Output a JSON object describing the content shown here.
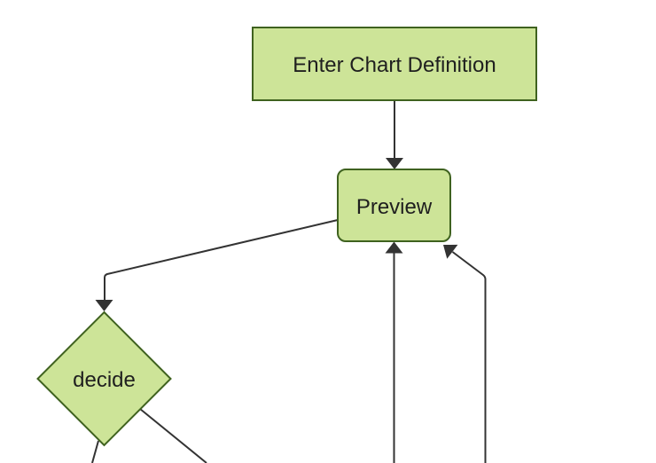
{
  "diagram": {
    "type": "flowchart",
    "direction": "top-down",
    "nodes": [
      {
        "id": "A",
        "label": "Enter Chart Definition",
        "shape": "rectangle"
      },
      {
        "id": "B",
        "label": "Preview",
        "shape": "rounded-rectangle"
      },
      {
        "id": "C",
        "label": "decide",
        "shape": "diamond"
      }
    ],
    "edges": [
      {
        "from": "Enter Chart Definition",
        "to": "Preview",
        "arrowhead": "down"
      },
      {
        "from": "Preview",
        "to": "decide",
        "arrowhead": "down"
      },
      {
        "from": "decide",
        "to": "offscreen-bottom-left",
        "arrowhead": "none-visible"
      },
      {
        "from": "decide",
        "to": "offscreen-bottom-right",
        "arrowhead": "none-visible"
      },
      {
        "from": "offscreen-bottom",
        "to": "Preview",
        "arrowhead": "up"
      },
      {
        "from": "offscreen-bottom-right",
        "to": "Preview",
        "arrowhead": "up-left"
      }
    ]
  },
  "colors": {
    "background": "#ffffff",
    "node_fill": "#cde498",
    "node_border": "#3f621f",
    "edge": "#333333",
    "text": "#1f1f1f"
  }
}
